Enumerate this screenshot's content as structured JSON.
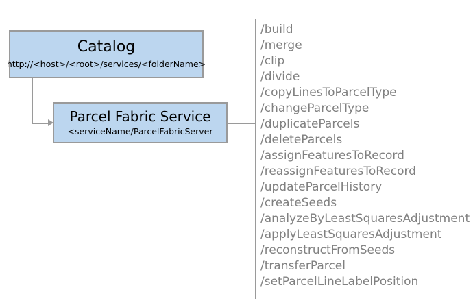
{
  "diagram": {
    "type": "service-architecture-diagram",
    "colors": {
      "node_fill": "#bcd6ef",
      "node_border": "#9a9a9a",
      "connector": "#9a9a9a",
      "operation_text": "#808080",
      "node_text": "#000000",
      "background": "#ffffff"
    },
    "nodes": [
      {
        "id": "catalog",
        "title": "Catalog",
        "subtitle": "http://<host>/<root>/services/<folderName>"
      },
      {
        "id": "parcel-fabric-service",
        "title": "Parcel Fabric Service",
        "subtitle": "<serviceName/ParcelFabricServer"
      }
    ],
    "operations": [
      "/build",
      "/merge",
      "/clip",
      "/divide",
      "/copyLinesToParcelType",
      "/changeParcelType",
      "/duplicateParcels",
      "/deleteParcels",
      "/assignFeaturesToRecord",
      "/reassignFeaturesToRecord",
      "/updateParcelHistory",
      "/createSeeds",
      "/analyzeByLeastSquaresAdjustment",
      "/applyLeastSquaresAdjustment",
      "/reconstructFromSeeds",
      "/transferParcel",
      "/setParcelLineLabelPosition"
    ]
  }
}
